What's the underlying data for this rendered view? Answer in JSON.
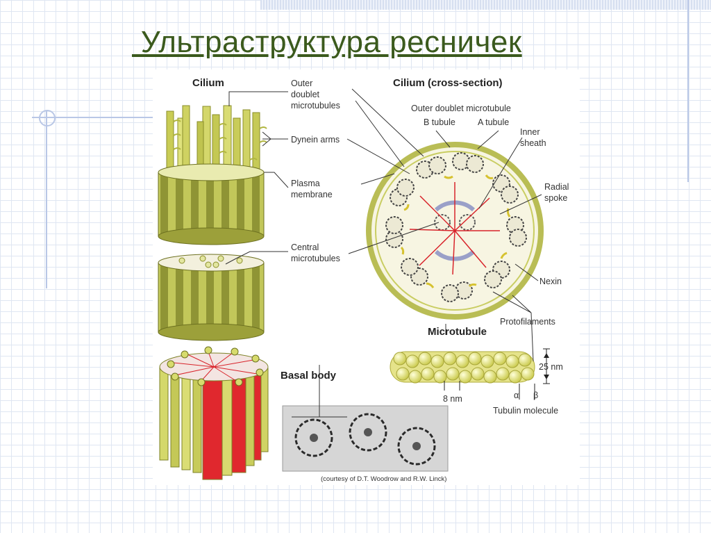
{
  "slide": {
    "title": " Ультраструктура ресничек"
  },
  "diagram": {
    "headers": {
      "cilium": "Cilium",
      "cross_section": "Cilium (cross-section)",
      "microtubule": "Microtubule",
      "basal_body": "Basal body"
    },
    "labels": {
      "outer_doublet_1": "Outer",
      "outer_doublet_2": "doublet",
      "outer_doublet_3": "microtubules",
      "dynein_arms": "Dynein arms",
      "plasma_membrane_1": "Plasma",
      "plasma_membrane_2": "membrane",
      "central_mt_1": "Central",
      "central_mt_2": "microtubules",
      "outer_doublet_microtubule": "Outer doublet microtubule",
      "b_tubule": "B tubule",
      "a_tubule": "A tubule",
      "inner_sheath_1": "Inner",
      "inner_sheath_2": "sheath",
      "radial_spoke_1": "Radial",
      "radial_spoke_2": "spoke",
      "nexin": "Nexin",
      "protofilaments": "Protofilaments",
      "size_25": "25 nm",
      "size_8": "8 nm",
      "alpha": "α",
      "beta": "β",
      "tubulin_molecule": "Tubulin molecule",
      "courtesy": "(courtesy of D.T. Woodrow and R.W. Linck)"
    },
    "colors": {
      "yellow_green": "#c9cf5e",
      "dark_olive": "#7d8227",
      "light_yellow": "#f1f0a7",
      "red_spoke": "#d8232a",
      "inner_sheath": "#9aa0c8",
      "title_green": "#3b5a1d"
    }
  }
}
